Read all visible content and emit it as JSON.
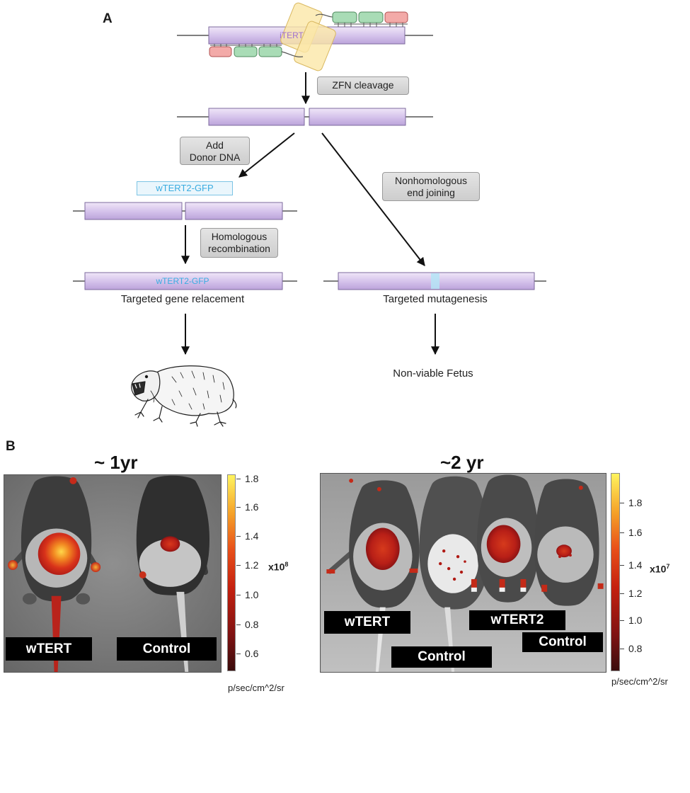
{
  "panel_a": {
    "label": "A",
    "gene_label": "iTERT",
    "zfn_step": "ZFN cleavage",
    "donor_step": [
      "Add",
      "Donor DNA"
    ],
    "nhej_step": [
      "Nonhomologous",
      "end joining"
    ],
    "donor_construct": "wTERT2-GFP",
    "hr_step": [
      "Homologous",
      "recombination"
    ],
    "replaced_gene_label": "wTERT2-GFP",
    "outcome_replacement": "Targeted gene relacement",
    "outcome_mutagenesis": "Targeted mutagenesis",
    "mutagenesis_result": "Non-viable Fetus"
  },
  "panel_b": {
    "label": "B",
    "left": {
      "title": "~ 1yr",
      "mouse_labels": [
        "wTERT",
        "Control"
      ],
      "colorbar": {
        "ticks": [
          "1.8",
          "1.6",
          "1.4",
          "1.2",
          "1.0",
          "0.8",
          "0.6"
        ],
        "multiplier": "x10",
        "exponent": "8",
        "unit": "p/sec/cm^2/sr"
      }
    },
    "right": {
      "title": "~2 yr",
      "mouse_labels": [
        "wTERT",
        "Control",
        "wTERT2",
        "Control"
      ],
      "colorbar": {
        "ticks": [
          "1.8",
          "1.6",
          "1.4",
          "1.2",
          "1.0",
          "0.8"
        ],
        "multiplier": "x10",
        "exponent": "7",
        "unit": "p/sec/cm^2/sr"
      }
    }
  },
  "colors": {
    "dna_bar": "#d6c4ec",
    "zfn_binding_domain": "#fbe7a8",
    "process_box": "#d4d4d4",
    "donor_text": "#3aace0",
    "heat_high": "#fff45e",
    "heat_low": "#3a0c0c"
  }
}
